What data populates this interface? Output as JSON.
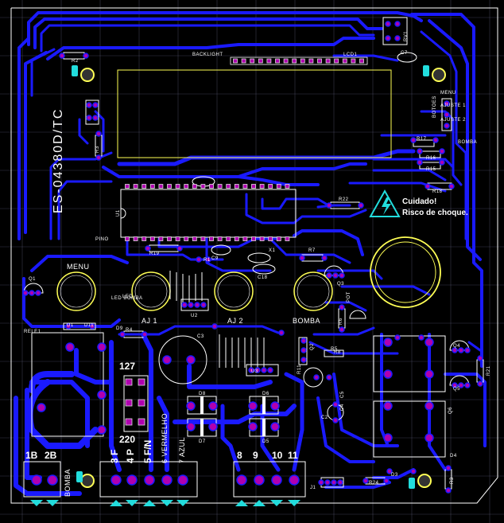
{
  "board": {
    "code": "ES-04380D/TC",
    "colors": {
      "background": "#000000",
      "trace": "#1a1aff",
      "pad": "#b000b0",
      "silkscreen": "#ffff55",
      "grid": "#6a6a8a"
    }
  },
  "labels": {
    "backlight": "BACKLIGHT",
    "lcd": "LCD1",
    "pino": "PINO",
    "u1": "U1",
    "menu": "MENU",
    "aj1": "AJ 1",
    "aj2": "AJ 2",
    "bomba": "BOMBA",
    "led_bomba": "LED BOMBA",
    "rele": "RELE1",
    "rele_side": "RELE1",
    "botoes": "BOTOES",
    "menu_btn": "MENU",
    "ajuste1": "AJUSTE 1",
    "ajuste2": "AJUSTE 2",
    "bomba_btn": "BOMBA",
    "u2": "U2",
    "u3": "U3",
    "c3": "C3",
    "c18": "C18",
    "x1": "X1",
    "q1": "Q1",
    "q2": "Q2",
    "q3": "Q3",
    "q4": "Q4",
    "q5": "Q5",
    "q6": "Q6",
    "d1": "D1",
    "d3": "D3",
    "d4": "D4",
    "d5": "D5",
    "d6": "D6",
    "d7": "D7",
    "d8": "D8",
    "d9": "D9",
    "d11": "D11",
    "r1": "R1",
    "r2": "R2",
    "r3": "R3",
    "r4": "R4",
    "r5": "R5",
    "r6": "R6",
    "r7": "R7",
    "r8": "R8",
    "r11": "R11",
    "r15": "R15",
    "r16": "R16",
    "r17": "R17",
    "r18": "R18",
    "r19": "R19",
    "r21": "R21",
    "r22": "R22",
    "r24": "R24",
    "c2": "C2",
    "c5": "C5",
    "c7": "C7",
    "c9": "C9",
    "j1": "J1",
    "led": "LED",
    "v127": "127",
    "v220": "220",
    "warning1": "Cuidado!",
    "warning2": "Risco de choque.",
    "pot": "POT",
    "rv1": "RV1",
    "c4": "C4"
  },
  "connectors": {
    "left": [
      "1B",
      "2B"
    ],
    "left_name": "BOMBA",
    "power": [
      "3 F",
      "4 P",
      "5 F/N",
      "6 VERMELHO",
      "7 AZUL"
    ],
    "right": [
      "8",
      "9",
      "10",
      "11"
    ]
  }
}
